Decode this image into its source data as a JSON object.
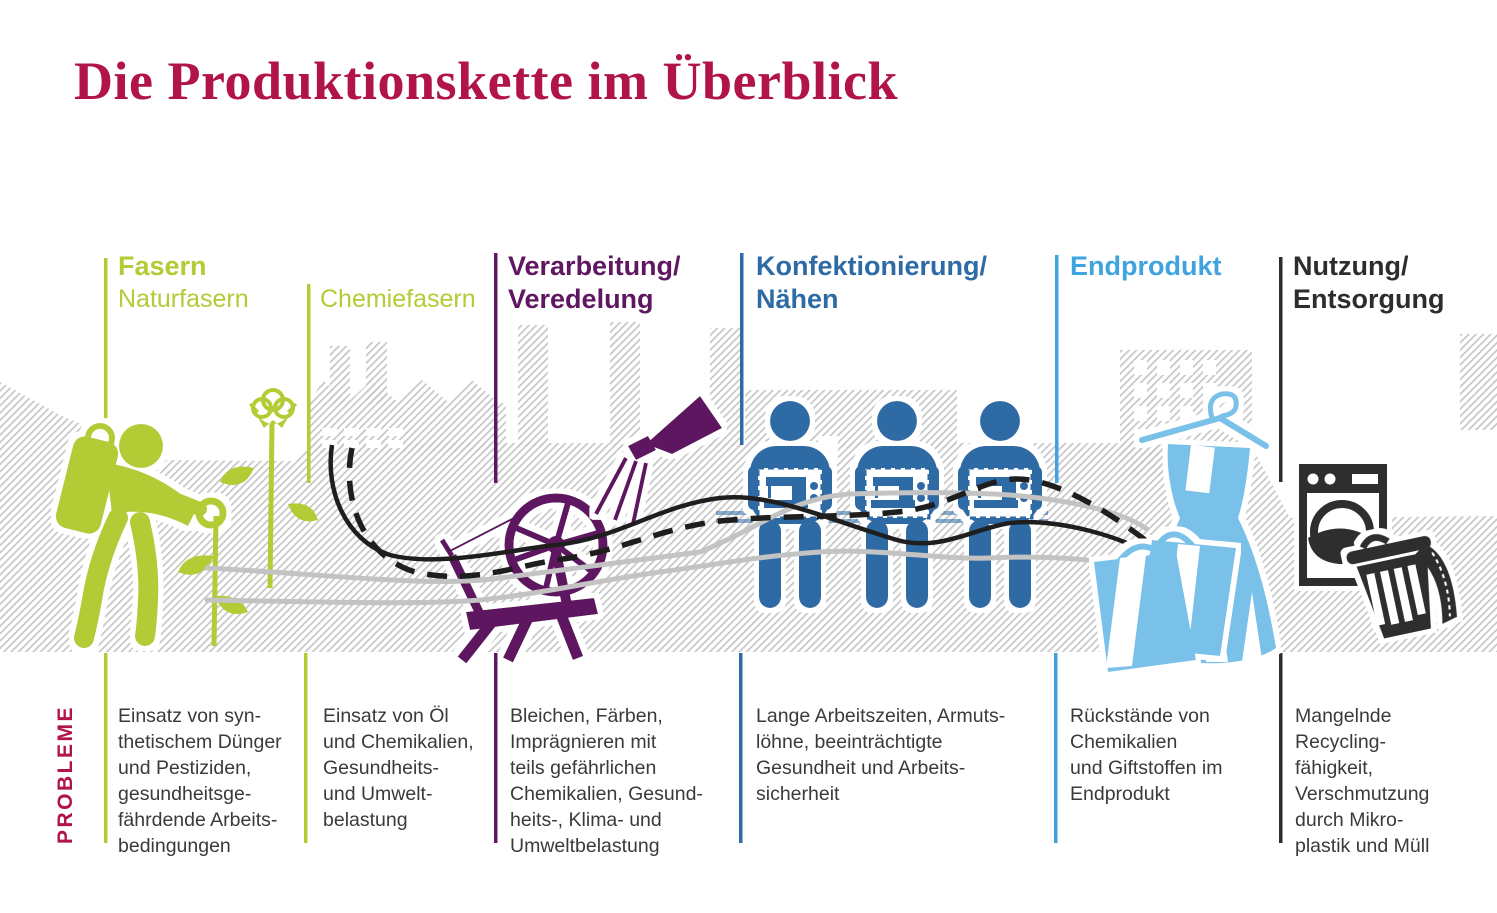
{
  "title": "Die Produktionskette im Überblick",
  "problems_heading": "PROBLEME",
  "columns": [
    {
      "label": "Fasern",
      "sublabel": "Naturfasern"
    },
    {
      "sublabel": "Chemiefasern"
    },
    {
      "label": "Verarbeitung/\nVeredelung"
    },
    {
      "label": "Konfektionierung/\nNähen"
    },
    {
      "label": "Endprodukt"
    },
    {
      "label": "Nutzung/\nEntsorgung"
    }
  ],
  "problems": [
    "Einsatz von syn-\nthetischem Dünger\nund Pestiziden,\ngesundheitsge-\nfährdende Arbeits-\nbedingungen",
    "Einsatz von Öl\nund Chemikalien,\nGesundheits-\nund Umwelt-\nbelastung",
    "Bleichen, Färben,\nImprägnieren mit\nteils gefährlichen\nChemikalien, Gesund-\nheits-, Klima- und\nUmweltbelastung",
    "Lange Arbeitszeiten, Armuts-\nlöhne, beeinträchtigte\nGesundheit und Arbeits-\nsicherheit",
    "Rückstände von\nChemikalien\nund Giftstoffen im\nEndprodukt",
    "Mangelnde\nRecycling-\nfähigkeit,\nVerschmutzung\ndurch Mikro-\nplastik und Müll"
  ],
  "icons": [
    "farmer-picking-cotton-icon",
    "cotton-plant-icon",
    "spinning-wheel-icon",
    "spray-gun-icon",
    "sewing-worker-icon",
    "dress-on-hanger-icon",
    "shopping-bags-icon",
    "washing-machine-icon",
    "laundry-basket-icon",
    "factory-skyline-background",
    "thread-lines"
  ],
  "colors": {
    "title": "#b1134b",
    "magenta": "#b1134b",
    "green": "#b3cb35",
    "purple": "#5e1760",
    "blue": "#2e6ba4",
    "lightblue": "#3ea3de",
    "dressblue": "#79c1e9",
    "dark": "#2d2d2d",
    "text": "#3a3a3a",
    "hatch": "#c6c6c6",
    "threadgray": "#c3c3c3"
  }
}
